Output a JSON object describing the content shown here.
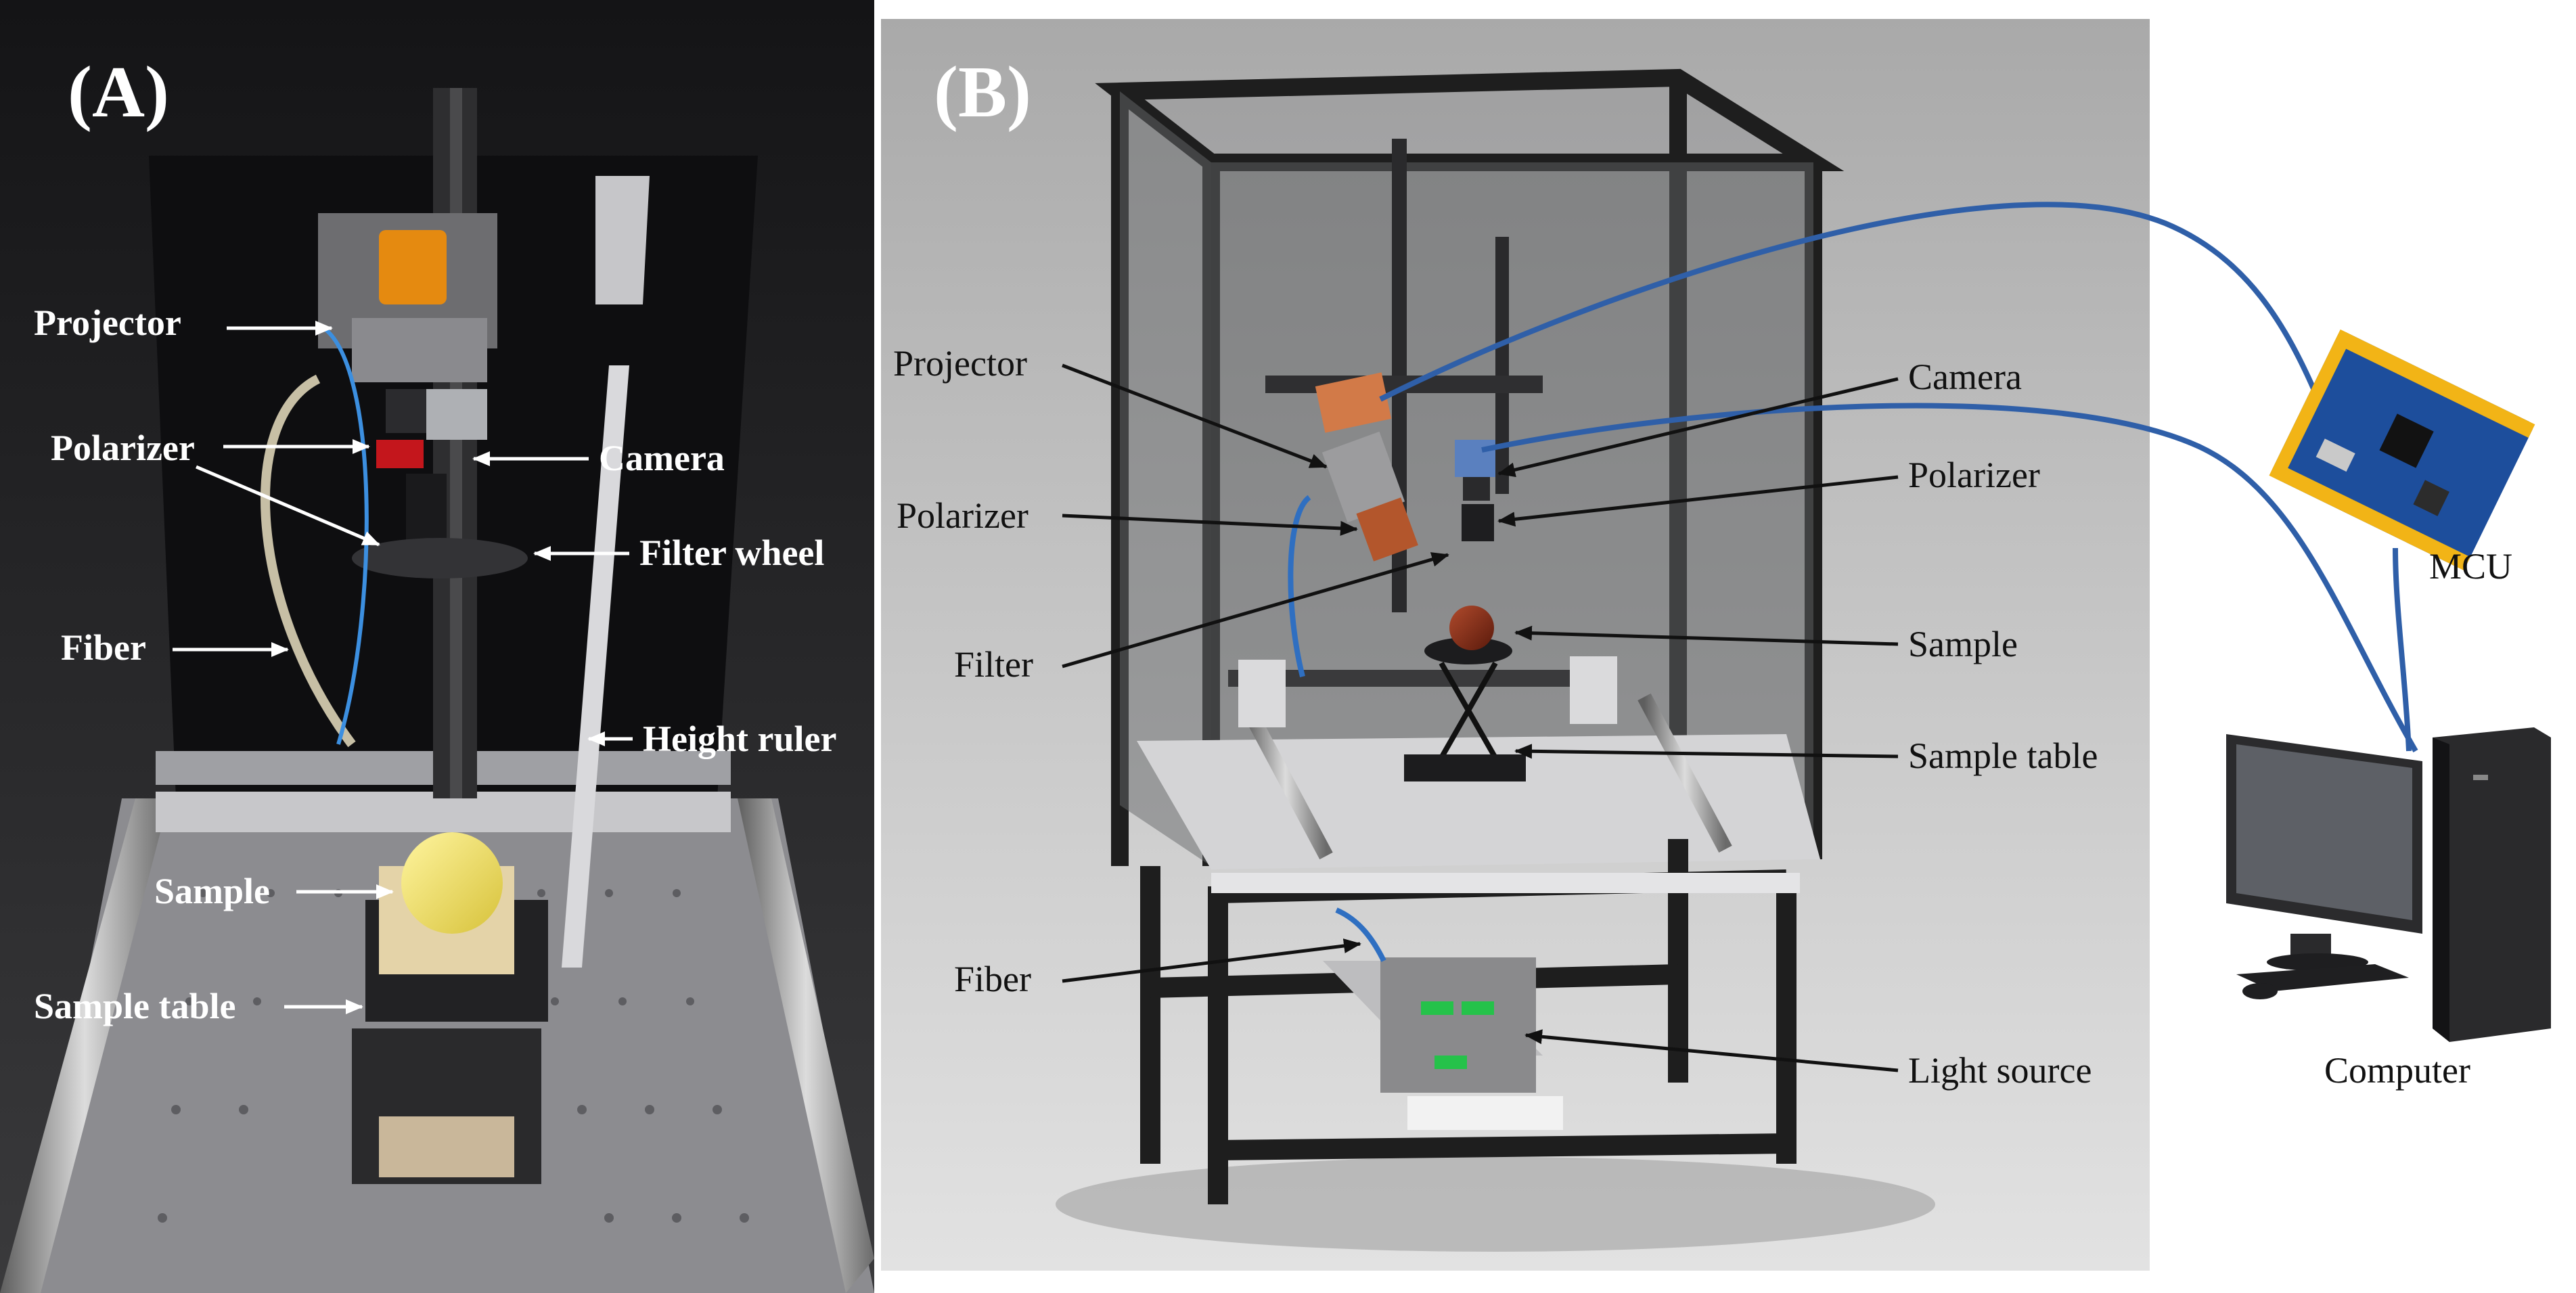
{
  "panel_a": {
    "letter": "(A)",
    "labels": {
      "projector": "Projector",
      "polarizer": "Polarizer",
      "camera": "Camera",
      "filter_wheel": "Filter wheel",
      "fiber": "Fiber",
      "height_ruler": "Height ruler",
      "sample": "Sample",
      "sample_table": "Sample table"
    }
  },
  "panel_b": {
    "letter": "(B)",
    "labels": {
      "projector": "Projector",
      "polarizer_left": "Polarizer",
      "filter": "Filter",
      "fiber": "Fiber",
      "camera": "Camera",
      "polarizer_right": "Polarizer",
      "sample": "Sample",
      "sample_table": "Sample table",
      "light_source": "Light source"
    }
  },
  "external": {
    "mcu": "MCU",
    "computer": "Computer"
  },
  "colors": {
    "cable": "#2f5fa8",
    "panel_b_bg": "#b9b9b9",
    "frame": "#1e1e1e",
    "photo_bg": "#1c1c1e",
    "pcb": "#1d4e9c",
    "pcb_header": "#f2b416"
  }
}
